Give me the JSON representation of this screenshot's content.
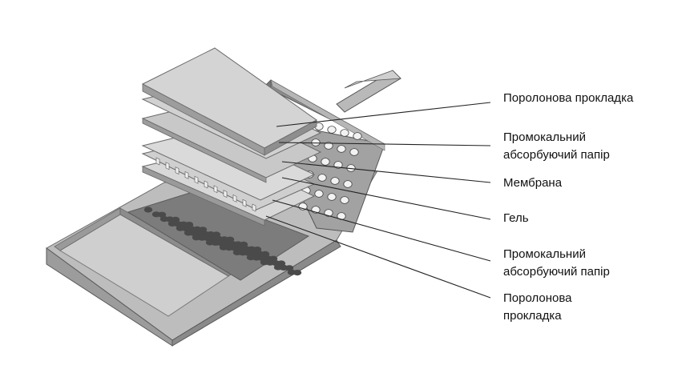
{
  "diagram": {
    "labels": [
      {
        "id": "foam-top",
        "lines": [
          "Поролонова прокладка"
        ]
      },
      {
        "id": "blot-paper-top",
        "lines": [
          "Промокальний",
          "абсорбуючий папір"
        ]
      },
      {
        "id": "membrane",
        "lines": [
          "Мембрана"
        ]
      },
      {
        "id": "gel",
        "lines": [
          "Гель"
        ]
      },
      {
        "id": "blot-paper-bottom",
        "lines": [
          "Промокальний",
          "абсорбуючий папір"
        ]
      },
      {
        "id": "foam-bottom",
        "lines": [
          "Поролонова",
          "прокладка"
        ]
      }
    ],
    "colors": {
      "tray_top": "#c9c9c9",
      "tray_side": "#8f8f8f",
      "tray_front": "#a9a9a9",
      "sheet_light": "#d4d4d4",
      "sheet_edge": "#7a7a7a",
      "hole": "#4a4a4a",
      "leader_line": "#222222"
    }
  }
}
